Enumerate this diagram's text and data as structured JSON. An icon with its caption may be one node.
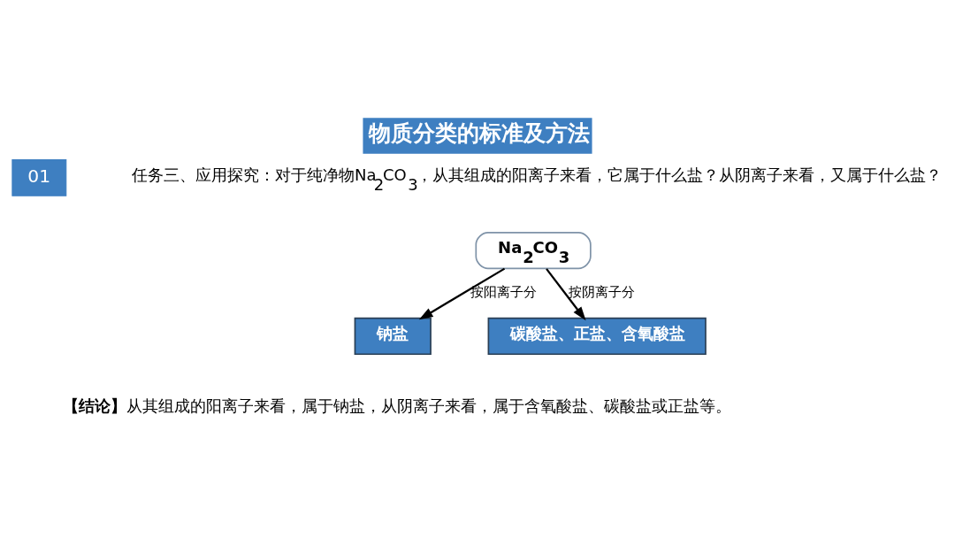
{
  "diagram": {
    "title": "物质分类的标准及方法",
    "nodes": [
      {
        "text": [
          "Na$_{2}$CO$_{3}$"
        ]
      },
      {
        "text": [
          "钠盐"
        ]
      },
      {
        "text": [
          "碳酸盐、正盐、含氧酸盐"
        ]
      }
    ],
    "edges": [
      {
        "from": 0,
        "to": 1,
        "arrow": "to",
        "label": "按阳离子分"
      },
      {
        "from": 0,
        "to": 2,
        "arrow": "to",
        "label": "按阴离子分"
      }
    ],
    "labels": [
      "01",
      "任务三、应用探究：对于纯净物Na$_{2}$CO$_{3}$，从其组成的阳离子来看，它属于什么盐？从阴离子来看，又属于什么盐？",
      "**【结论】**从其组成的阳离子来看，属于钠盐，从阴离子来看，属于含氧酸盐、碳酸盐或正盐等。"
    ]
  }
}
